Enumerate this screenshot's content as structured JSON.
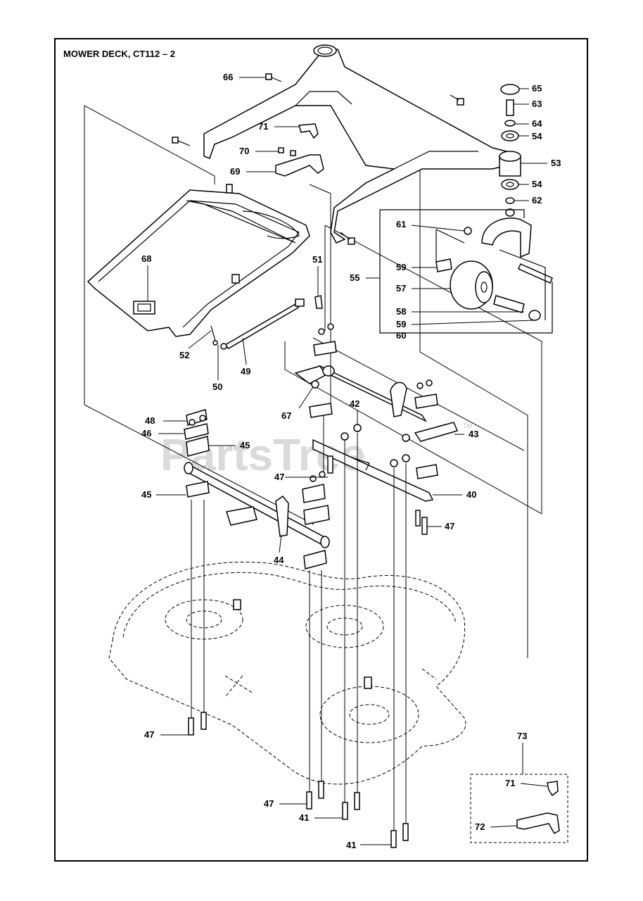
{
  "title": "MOWER DECK, CT112 – 2",
  "watermark": "PartsTree",
  "trademark": "TM",
  "callouts": [
    {
      "id": "c66",
      "label": "66"
    },
    {
      "id": "c71a",
      "label": "71"
    },
    {
      "id": "c70",
      "label": "70"
    },
    {
      "id": "c69",
      "label": "69"
    },
    {
      "id": "c68",
      "label": "68"
    },
    {
      "id": "c52",
      "label": "52"
    },
    {
      "id": "c50",
      "label": "50"
    },
    {
      "id": "c49",
      "label": "49"
    },
    {
      "id": "c51",
      "label": "51"
    },
    {
      "id": "c65",
      "label": "65"
    },
    {
      "id": "c63",
      "label": "63"
    },
    {
      "id": "c64",
      "label": "64"
    },
    {
      "id": "c54a",
      "label": "54"
    },
    {
      "id": "c53",
      "label": "53"
    },
    {
      "id": "c54b",
      "label": "54"
    },
    {
      "id": "c62",
      "label": "62"
    },
    {
      "id": "c61",
      "label": "61"
    },
    {
      "id": "c55",
      "label": "55"
    },
    {
      "id": "c59a",
      "label": "59"
    },
    {
      "id": "c57",
      "label": "57"
    },
    {
      "id": "c58",
      "label": "58"
    },
    {
      "id": "c59b",
      "label": "59"
    },
    {
      "id": "c60",
      "label": "60"
    },
    {
      "id": "c67",
      "label": "67"
    },
    {
      "id": "c42",
      "label": "42"
    },
    {
      "id": "c43",
      "label": "43"
    },
    {
      "id": "c48",
      "label": "48"
    },
    {
      "id": "c46",
      "label": "46"
    },
    {
      "id": "c45a",
      "label": "45"
    },
    {
      "id": "c47a",
      "label": "47"
    },
    {
      "id": "c40",
      "label": "40"
    },
    {
      "id": "c45b",
      "label": "45"
    },
    {
      "id": "c47b",
      "label": "47"
    },
    {
      "id": "c44",
      "label": "44"
    },
    {
      "id": "c47c",
      "label": "47"
    },
    {
      "id": "c73",
      "label": "73"
    },
    {
      "id": "c71b",
      "label": "71"
    },
    {
      "id": "c47d",
      "label": "47"
    },
    {
      "id": "c41a",
      "label": "41"
    },
    {
      "id": "c72",
      "label": "72"
    },
    {
      "id": "c41b",
      "label": "41"
    }
  ]
}
